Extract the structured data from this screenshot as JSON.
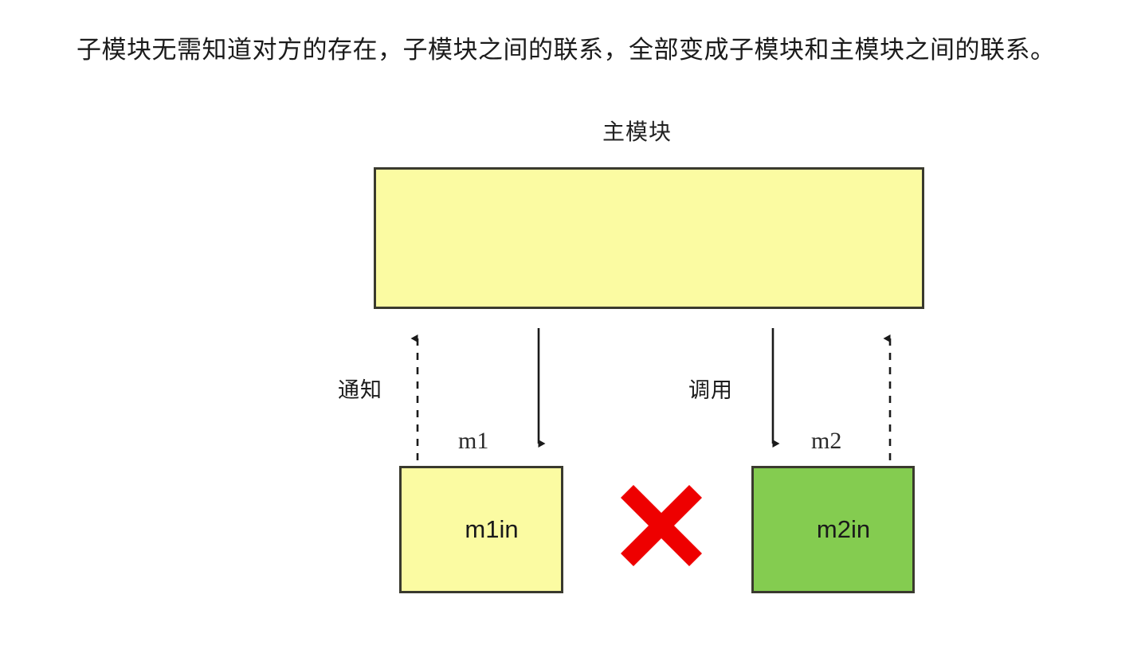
{
  "page": {
    "title_text": "子模块无需知道对方的存在，子模块之间的联系，全部变成子模块和主模块之间的联系。",
    "background_color": "#ffffff"
  },
  "diagram": {
    "type": "block-diagram",
    "main_module": {
      "caption": "主模块",
      "fill_color": "#fbfba2",
      "border_color": "#3a3a2e"
    },
    "sub_modules": [
      {
        "outer_label": "m1",
        "inner_label": "m1in",
        "fill_color": "#fbfba2",
        "border_color": "#3a3a2e"
      },
      {
        "outer_label": "m2",
        "inner_label": "m2in",
        "fill_color": "#84cc50",
        "border_color": "#3a3a2e"
      }
    ],
    "edges": [
      {
        "label": "通知",
        "direction": "up",
        "style": "dashed",
        "from": "m1in",
        "to": "主模块"
      },
      {
        "label": "",
        "direction": "down",
        "style": "solid",
        "from": "主模块",
        "to": "m1in"
      },
      {
        "label": "调用",
        "direction": "down",
        "style": "solid",
        "from": "主模块",
        "to": "m2in"
      },
      {
        "label": "",
        "direction": "up",
        "style": "dashed",
        "from": "m2in",
        "to": "主模块"
      }
    ],
    "forbidden_link": {
      "icon": "red-x-icon",
      "color": "#ee0000",
      "between": [
        "m1in",
        "m2in"
      ],
      "meaning": "no direct connection"
    }
  }
}
